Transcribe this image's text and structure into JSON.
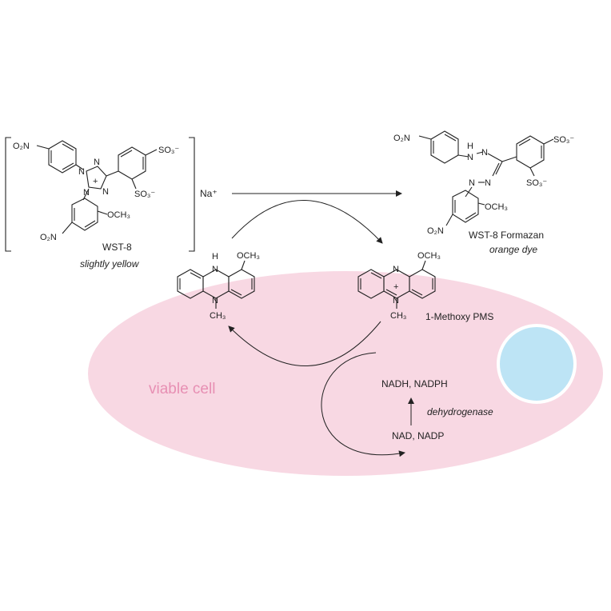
{
  "wst8": {
    "name": "WST-8",
    "description": "slightly yellow",
    "groups": {
      "o2n_top": "O₂N",
      "o2n_bottom": "O₂N",
      "och3": "OCH₃",
      "so3_a": "SO₃⁻",
      "so3_b": "SO₃⁻",
      "n1": "N",
      "n2": "N",
      "n3": "N",
      "n4": "N",
      "plus": "+",
      "na": "Na⁺"
    }
  },
  "formazan": {
    "name": "WST-8 Formazan",
    "description": "orange dye",
    "groups": {
      "o2n_top": "O₂N",
      "o2n_bottom": "O₂N",
      "och3": "OCH₃",
      "so3_a": "SO₃⁻",
      "so3_b": "SO₃⁻",
      "h": "H",
      "n1": "N",
      "n2": "N",
      "n3": "N",
      "n4": "N"
    }
  },
  "reduced_mpms": {
    "groups": {
      "h": "H",
      "n_top": "N",
      "n_bottom": "N",
      "och3": "OCH₃",
      "ch3": "CH₃"
    }
  },
  "mpms": {
    "name": "1-Methoxy PMS",
    "groups": {
      "n_top": "N",
      "n_bottom": "N",
      "plus": "+",
      "och3": "OCH₃",
      "ch3": "CH₃"
    }
  },
  "cell": {
    "label": "viable cell",
    "colors": {
      "cytoplasm": "#f8d8e3",
      "nucleus": "#bde4f5"
    }
  },
  "enzyme": {
    "reduced": "NADH, NADPH",
    "oxidized": "NAD, NADP",
    "name": "dehydrogenase"
  }
}
